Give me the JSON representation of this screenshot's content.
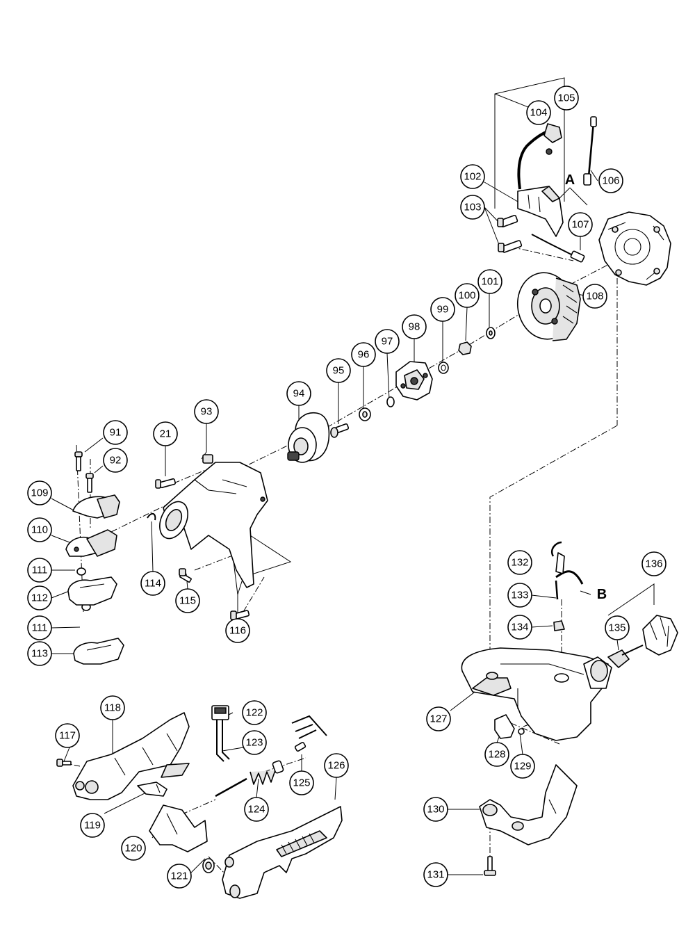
{
  "diagram": {
    "part_numbers": [
      "21",
      "91",
      "92",
      "93",
      "94",
      "95",
      "96",
      "97",
      "98",
      "99",
      "100",
      "101",
      "102",
      "103",
      "104",
      "105",
      "106",
      "107",
      "108",
      "109",
      "110",
      "111",
      "111",
      "112",
      "113",
      "114",
      "115",
      "116",
      "117",
      "118",
      "119",
      "120",
      "121",
      "122",
      "123",
      "124",
      "125",
      "126",
      "127",
      "128",
      "129",
      "130",
      "131",
      "132",
      "133",
      "134",
      "135",
      "136"
    ],
    "letters": [
      "A",
      "B"
    ]
  }
}
